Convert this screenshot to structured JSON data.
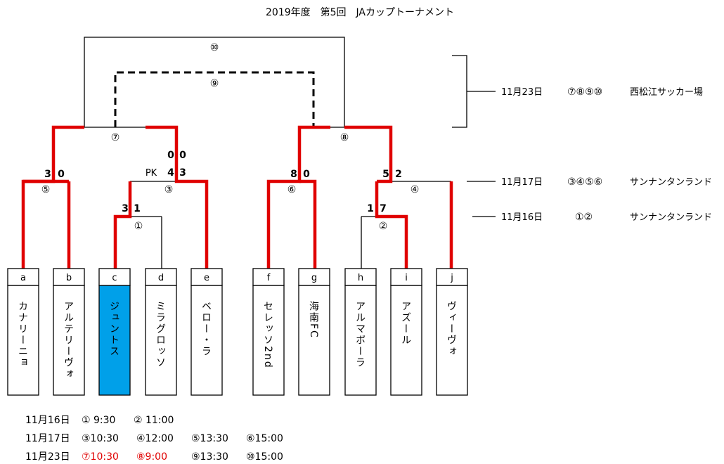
{
  "title": "2019年度　第5回　JAカップトーナメント",
  "matches": {
    "m1": "①",
    "m2": "②",
    "m3": "③",
    "m4": "④",
    "m5": "⑤",
    "m6": "⑥",
    "m7": "⑦",
    "m8": "⑧",
    "m9": "⑨",
    "m10": "⑩"
  },
  "scores": {
    "m5_left": "3",
    "m5_right": "0",
    "m1_left": "3",
    "m1_right": "1",
    "m3_pk": "PK",
    "m3_pk_left": "0",
    "m3_pk_right": "0",
    "m3_left": "4",
    "m3_right": "3",
    "m6_left": "8",
    "m6_right": "0",
    "m2_left": "1",
    "m2_right": "7",
    "m4_left": "5",
    "m4_right": "2"
  },
  "teams": [
    {
      "letter": "a",
      "name": "カナリーニョ"
    },
    {
      "letter": "b",
      "name": "アルテリーヴォ"
    },
    {
      "letter": "c",
      "name": "ジュントス"
    },
    {
      "letter": "d",
      "name": "ミラグロッソ"
    },
    {
      "letter": "e",
      "name": "ベロー・ラ"
    },
    {
      "letter": "f",
      "name": "セレッソ2nd"
    },
    {
      "letter": "g",
      "name": "海南FC"
    },
    {
      "letter": "h",
      "name": "アルマボーラ"
    },
    {
      "letter": "i",
      "name": "アズール"
    },
    {
      "letter": "j",
      "name": "ヴィーヴォ"
    }
  ],
  "highlight_color": "#00a0e9",
  "win_line_color": "#e00000",
  "venues": [
    {
      "date": "11月23日",
      "matches": "⑦⑧⑨⑩",
      "place": "西松江サッカー場"
    },
    {
      "date": "11月17日",
      "matches": "③④⑤⑥",
      "place": "サンナンタンランド"
    },
    {
      "date": "11月16日",
      "matches": "①②",
      "place": "サンナンタンランド"
    }
  ],
  "schedule": [
    {
      "date": "11月16日",
      "items": [
        {
          "text": "① 9:30",
          "red": false
        },
        {
          "text": "② 11:00",
          "red": false
        }
      ]
    },
    {
      "date": "11月17日",
      "items": [
        {
          "text": "③10:30",
          "red": false
        },
        {
          "text": "④12:00",
          "red": false
        },
        {
          "text": "⑤13:30",
          "red": false
        },
        {
          "text": "⑥15:00",
          "red": false
        }
      ]
    },
    {
      "date": "11月23日",
      "items": [
        {
          "text": "⑦10:30",
          "red": true
        },
        {
          "text": "⑧9:00",
          "red": true
        },
        {
          "text": "⑨13:30",
          "red": false
        },
        {
          "text": "⑩15:00",
          "red": false
        }
      ]
    }
  ]
}
